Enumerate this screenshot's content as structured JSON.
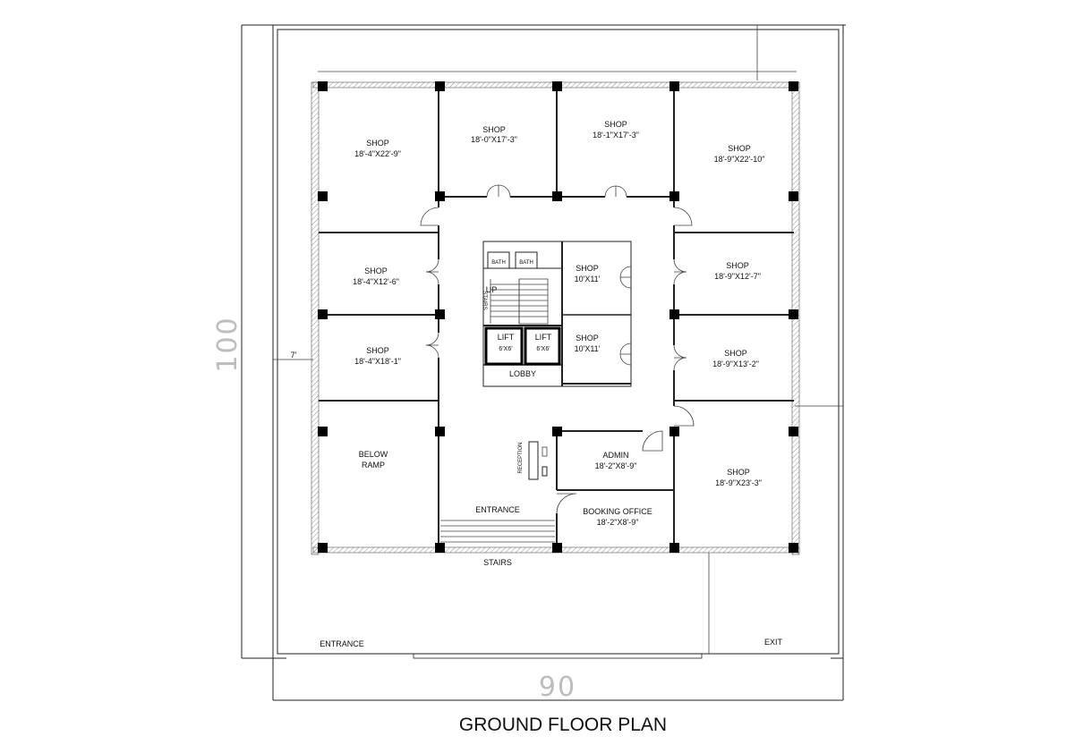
{
  "title": "GROUND FLOOR PLAN",
  "dimensions": {
    "length": "100",
    "width": "90",
    "setback": "7'"
  },
  "rooms": {
    "shop_tl": {
      "name": "SHOP",
      "size": "18'-4\"X22'-9\""
    },
    "shop_t2": {
      "name": "SHOP",
      "size": "18'-0\"X17'-3\""
    },
    "shop_t3": {
      "name": "SHOP",
      "size": "18'-1\"X17'-3\""
    },
    "shop_tr": {
      "name": "SHOP",
      "size": "18'-9\"X22'-10\""
    },
    "shop_l2": {
      "name": "SHOP",
      "size": "18'-4\"X12'-6\""
    },
    "shop_l3": {
      "name": "SHOP",
      "size": "18'-4\"X18'-1\""
    },
    "shop_r2": {
      "name": "SHOP",
      "size": "18'-9\"X12'-7\""
    },
    "shop_r3": {
      "name": "SHOP",
      "size": "18'-9\"X13'-2\""
    },
    "shop_br": {
      "name": "SHOP",
      "size": "18'-9\"X23'-3\""
    },
    "shop_c1": {
      "name": "SHOP",
      "size": "10'X11'"
    },
    "shop_c2": {
      "name": "SHOP",
      "size": "10'X11'"
    },
    "lift1": {
      "name": "LIFT",
      "size": "6'X6'"
    },
    "lift2": {
      "name": "LIFT",
      "size": "6'X6'"
    },
    "admin": {
      "name": "ADMIN",
      "size": "18'-2\"X8'-9\""
    },
    "booking": {
      "name": "BOOKING OFFICE",
      "size": "18'-2\"X8'-9\""
    },
    "ramp": {
      "line1": "BELOW",
      "line2": "RAMP"
    }
  },
  "labels": {
    "bath1": "BATH",
    "bath2": "BATH",
    "stairs_core": "STAIRS",
    "up": "UP",
    "lobby": "LOBBY",
    "reception": "RECEPTION",
    "entrance_inner": "ENTRANCE",
    "stairs_front": "STAIRS",
    "entrance_site": "ENTRANCE",
    "exit_site": "EXIT"
  }
}
